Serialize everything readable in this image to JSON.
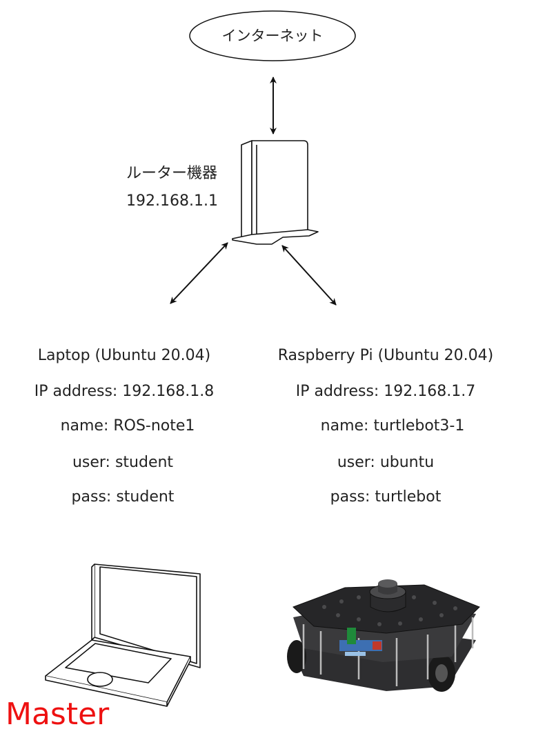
{
  "internet": {
    "label": "インターネット"
  },
  "router": {
    "name": "ルーター機器",
    "ip": "192.168.1.1"
  },
  "laptop": {
    "title": "Laptop (Ubuntu 20.04)",
    "ip": "IP address: 192.168.1.8",
    "name": "name: ROS-note1",
    "user": "user: student",
    "pass": "pass: student",
    "role": "Master"
  },
  "raspberry": {
    "title": "Raspberry Pi (Ubuntu 20.04)",
    "ip": "IP address: 192.168.1.7",
    "name": "name: turtlebot3-1",
    "user": "user: ubuntu",
    "pass": "pass: turtlebot"
  },
  "colors": {
    "master": "#ee1111",
    "line": "#111111"
  }
}
